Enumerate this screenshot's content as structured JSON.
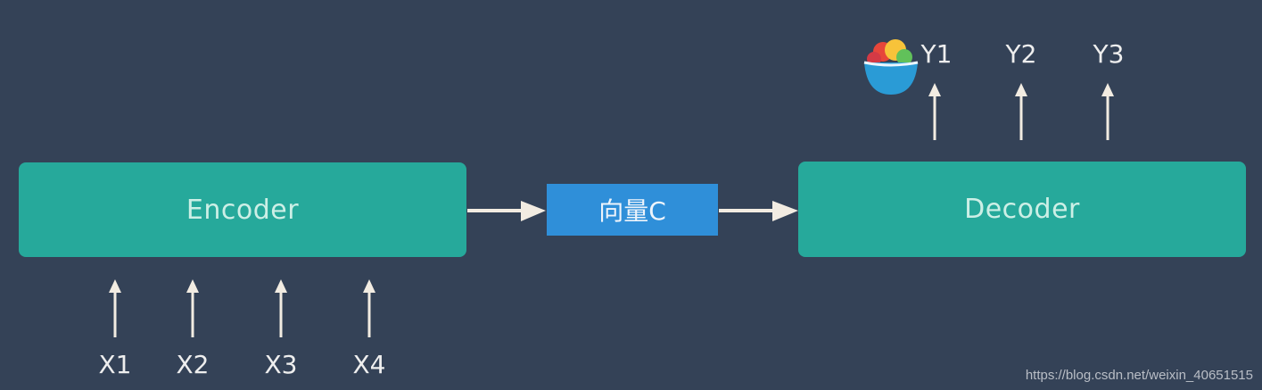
{
  "encoder": {
    "label": "Encoder"
  },
  "vector": {
    "label": "向量C"
  },
  "decoder": {
    "label": "Decoder"
  },
  "inputs": [
    "X1",
    "X2",
    "X3",
    "X4"
  ],
  "outputs": [
    "Y1",
    "Y2",
    "Y3"
  ],
  "watermark": "https://blog.csdn.net/weixin_40651515",
  "colors": {
    "background": "#344257",
    "box": "#26a99b",
    "vector_box": "#2f8fd9",
    "arrow": "#f2ece2"
  },
  "icons": {
    "emoji": "fruit-bowl-icon"
  }
}
